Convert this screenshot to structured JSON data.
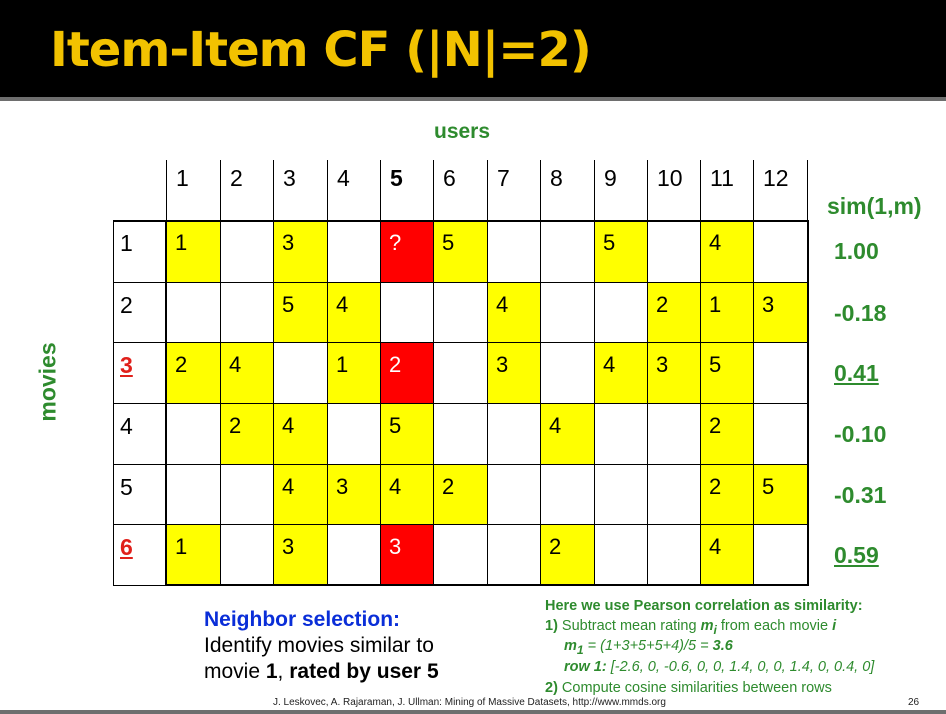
{
  "title": "Item-Item CF (|N|=2)",
  "users_label": "users",
  "movies_label": "movies",
  "columns": [
    "1",
    "2",
    "3",
    "4",
    "5",
    "6",
    "7",
    "8",
    "9",
    "10",
    "11",
    "12"
  ],
  "rows": [
    {
      "label": "1",
      "highlight": false,
      "cells": [
        "1",
        "",
        "3",
        "",
        "?",
        "5",
        "",
        "",
        "5",
        "",
        "4",
        ""
      ]
    },
    {
      "label": "2",
      "highlight": false,
      "cells": [
        "",
        "",
        "5",
        "4",
        "",
        "",
        "4",
        "",
        "",
        "2",
        "1",
        "3"
      ]
    },
    {
      "label": "3",
      "highlight": true,
      "cells": [
        "2",
        "4",
        "",
        "1",
        "2",
        "",
        "3",
        "",
        "4",
        "3",
        "5",
        ""
      ]
    },
    {
      "label": "4",
      "highlight": false,
      "cells": [
        "",
        "2",
        "4",
        "",
        "5",
        "",
        "",
        "4",
        "",
        "",
        "2",
        ""
      ]
    },
    {
      "label": "5",
      "highlight": false,
      "cells": [
        "",
        "",
        "4",
        "3",
        "4",
        "2",
        "",
        "",
        "",
        "",
        "2",
        "5"
      ]
    },
    {
      "label": "6",
      "highlight": true,
      "cells": [
        "1",
        "",
        "3",
        "",
        "3",
        "",
        "",
        "2",
        "",
        "",
        "4",
        ""
      ]
    }
  ],
  "target": {
    "row": 0,
    "col": 4
  },
  "sim_header": "sim(1,m)",
  "sims": [
    {
      "value": "1.00",
      "underline": false
    },
    {
      "value": "-0.18",
      "underline": false
    },
    {
      "value": "0.41",
      "underline": true
    },
    {
      "value": "-0.10",
      "underline": false
    },
    {
      "value": "-0.31",
      "underline": false
    },
    {
      "value": "0.59",
      "underline": true
    }
  ],
  "neighbor": {
    "title": "Neighbor selection:",
    "line1": "Identify movies similar to",
    "line2_pre": "movie ",
    "line2_bold1": "1",
    "line2_mid": ", ",
    "line2_bold2": "rated by user 5"
  },
  "notes": {
    "header": "Here we use Pearson correlation as similarity:",
    "step1_num": "1)",
    "step1_text": " Subtract mean rating ",
    "step1_m": "m",
    "step1_sub": "i",
    "step1_rest": " from each movie ",
    "step1_i": "i",
    "formula_m": "m",
    "formula_sub": "1",
    "formula_text": " = (1+3+5+5+4)/5 = ",
    "formula_result": "3.6",
    "row1_label": "row 1:",
    "row1_values": " [-2.6, 0, -0.6, 0, 0, 1.4, 0, 0, 1.4, 0, 0.4, 0]",
    "step2_num": "2)",
    "step2_text": " Compute cosine similarities between rows"
  },
  "footer": "J. Leskovec, A. Rajaraman, J. Ullman: Mining of Massive Datasets, http://www.mmds.org",
  "page_number": "26",
  "colors": {
    "title": "#f2c200",
    "green": "#2e8b2e",
    "yellow": "#ffff00",
    "red": "#ff0000",
    "highlight_red": "#e0201b",
    "blue": "#0a2ed8"
  }
}
